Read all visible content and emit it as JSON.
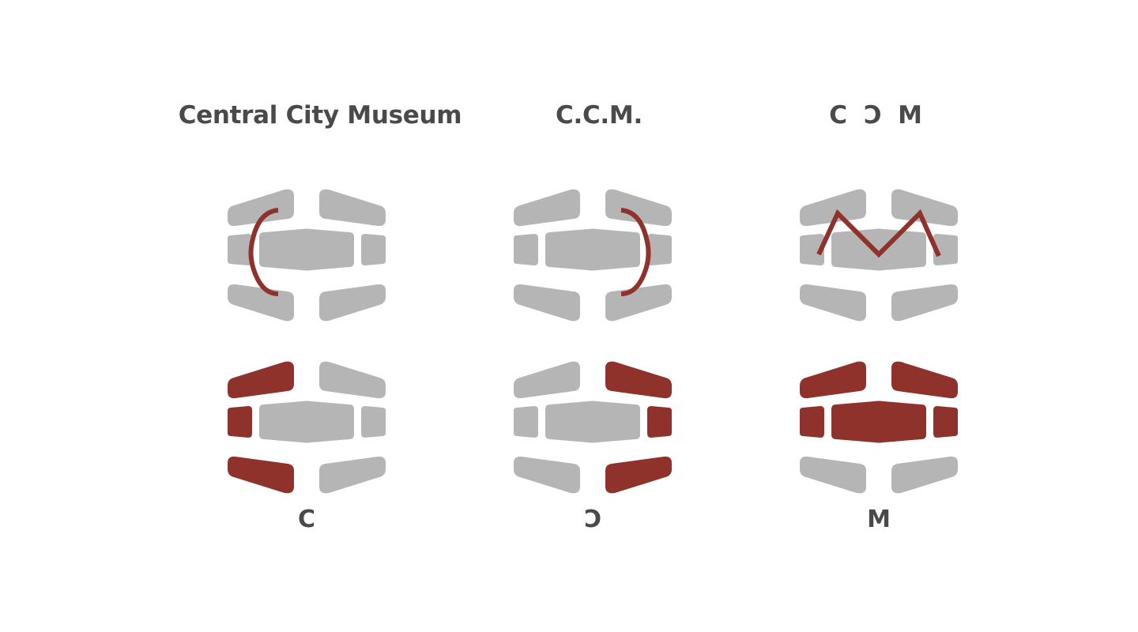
{
  "headings": {
    "full_name": "Central City Museum",
    "initials": "C.C.M.",
    "stylized_c": "C",
    "stylized_reversed_c": "C",
    "stylized_m": "M"
  },
  "captions": {
    "c": "C",
    "reversed_c": "C",
    "m": "M"
  },
  "colors": {
    "brand_red": "#8e322b",
    "block_gray": "#b5b5b5",
    "text_dark": "#4a4a4a"
  }
}
